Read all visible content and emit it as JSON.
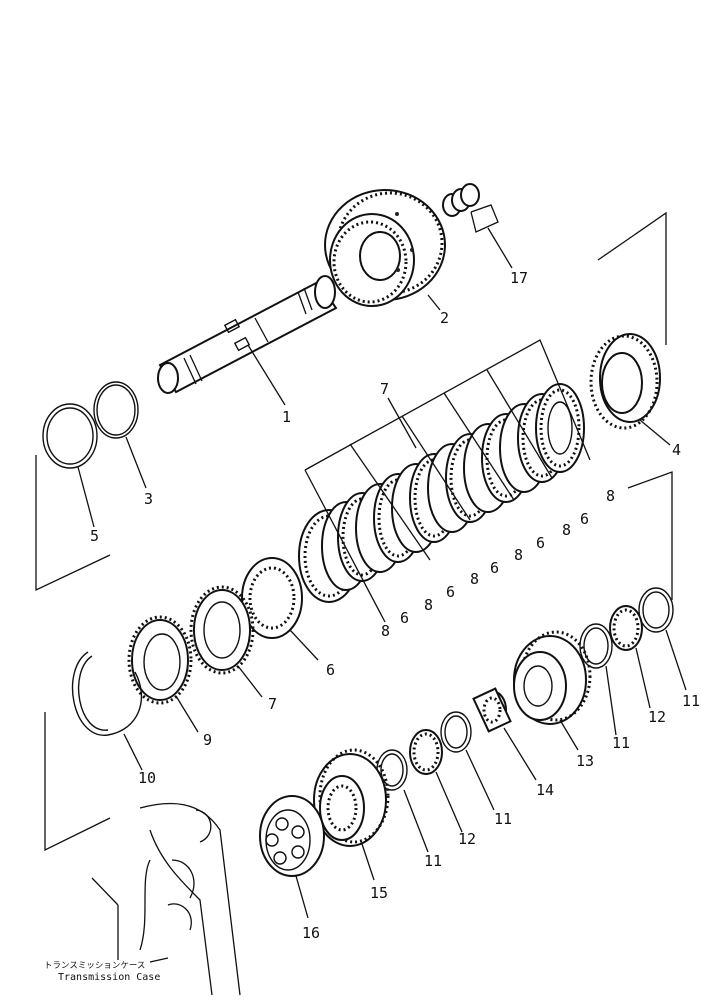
{
  "callouts": {
    "c1": "1",
    "c2": "2",
    "c3": "3",
    "c4": "4",
    "c5": "5",
    "c6a": "6",
    "c6b": "6",
    "c6c": "6",
    "c6d": "6",
    "c6e": "6",
    "c6f": "6",
    "c7a": "7",
    "c7b": "7",
    "c8a": "8",
    "c8b": "8",
    "c8c": "8",
    "c8d": "8",
    "c8e": "8",
    "c8f": "8",
    "c9": "9",
    "c10": "10",
    "c11a": "11",
    "c11b": "11",
    "c11c": "11",
    "c11d": "11",
    "c12a": "12",
    "c12b": "12",
    "c13": "13",
    "c14": "14",
    "c15": "15",
    "c16": "16",
    "c17": "17"
  },
  "case_label": {
    "jp": "トランスミッションケース",
    "en": "Transmission Case"
  }
}
